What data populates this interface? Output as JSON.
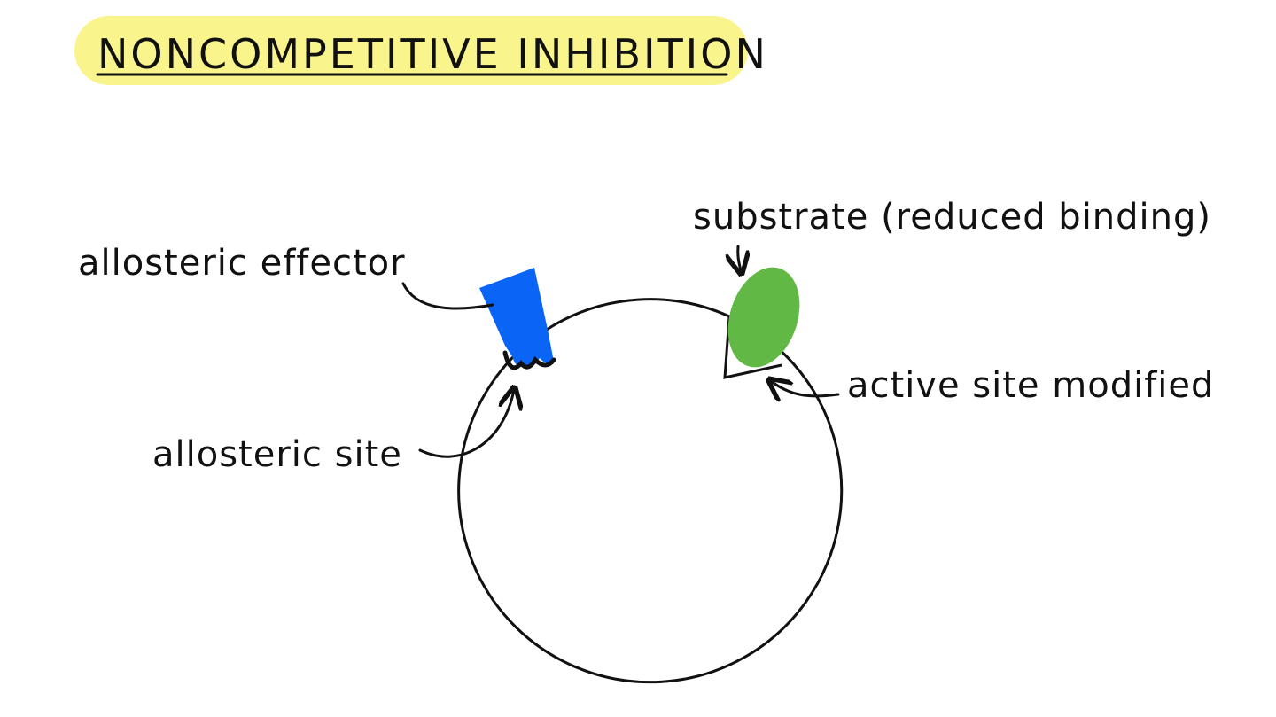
{
  "title": "NONCOMPETITIVE INHIBITION",
  "labels": {
    "allosteric_effector": "allosteric effector",
    "allosteric_site": "allosteric site",
    "substrate": "substrate (reduced binding)",
    "active_site": "active site modified"
  },
  "colors": {
    "title_highlight": "#f9f48c",
    "effector": "#0a64f5",
    "substrate": "#61b845",
    "ink": "#111111"
  }
}
